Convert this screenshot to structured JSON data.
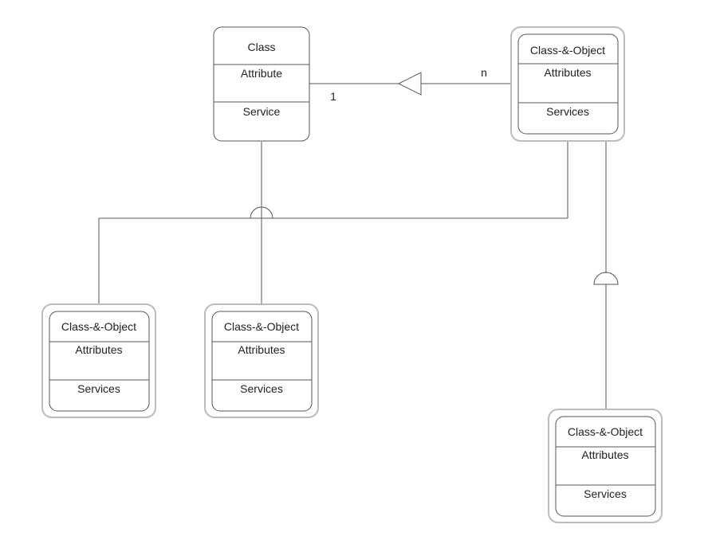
{
  "class_box": {
    "name": "Class",
    "attribute": "Attribute",
    "service": "Service"
  },
  "objects": [
    {
      "name": "Class-&-Object",
      "attributes": "Attributes",
      "services": "Services"
    },
    {
      "name": "Class-&-Object",
      "attributes": "Attributes",
      "services": "Services"
    },
    {
      "name": "Class-&-Object",
      "attributes": "Attributes",
      "services": "Services"
    },
    {
      "name": "Class-&-Object",
      "attributes": "Attributes",
      "services": "Services"
    }
  ],
  "association": {
    "multiplicity_left": "1",
    "multiplicity_right": "n"
  }
}
